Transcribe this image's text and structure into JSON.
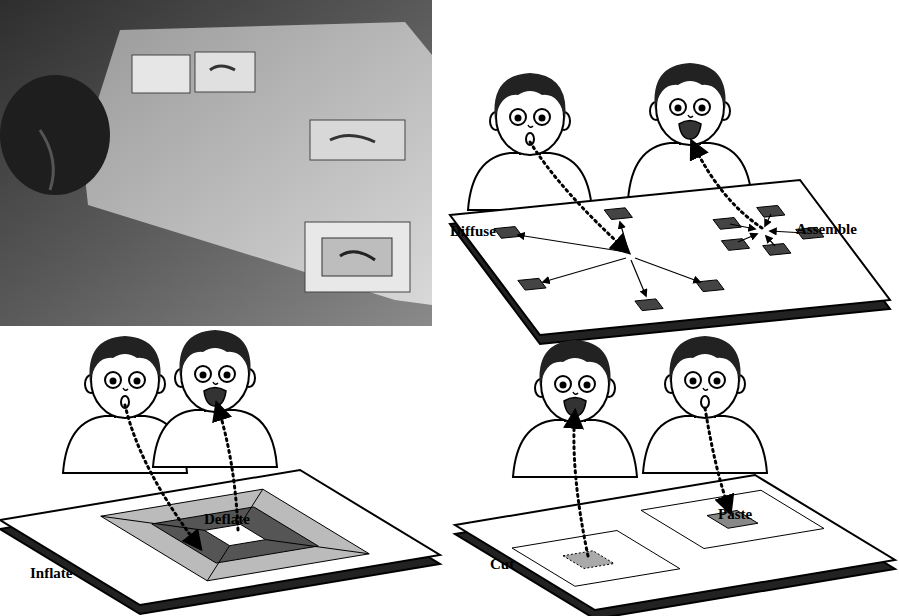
{
  "diagram": {
    "labels": [
      "Diffuse",
      "Assemble",
      "Inflate",
      "Deflate",
      "Cut",
      "Paste"
    ]
  }
}
